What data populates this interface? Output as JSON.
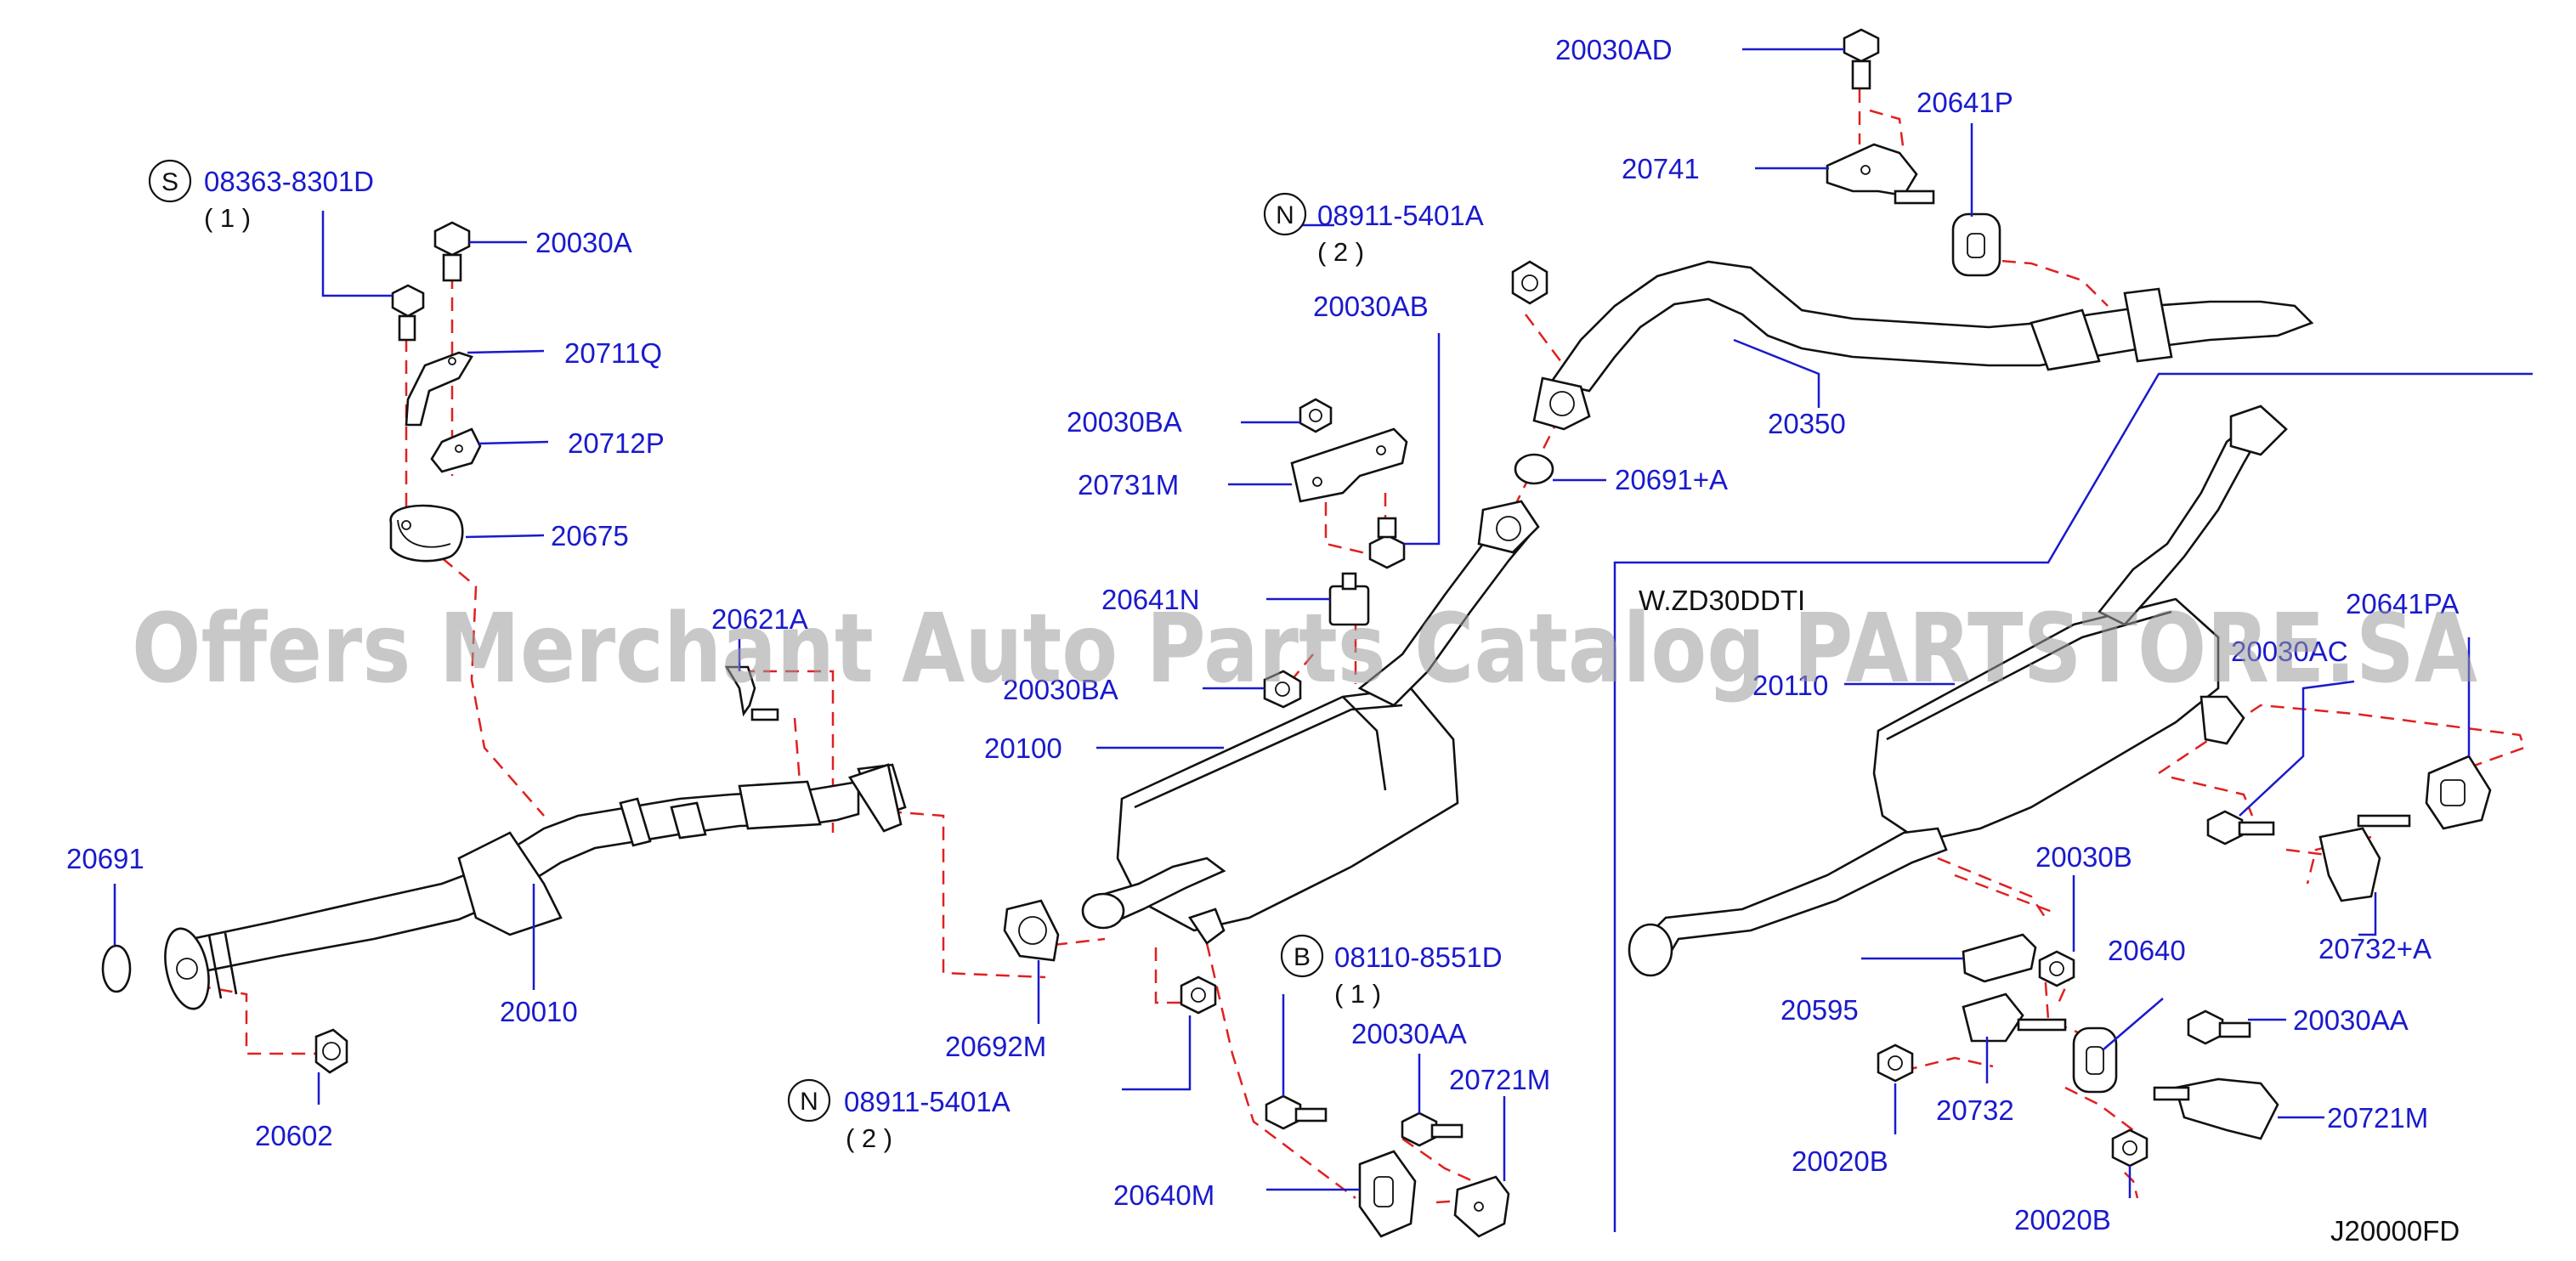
{
  "diagram_code": "J20000FD",
  "variant_label": "W.ZD30DDTI",
  "watermark": "Offers Merchant Auto Parts Catalog PARTSTORE.SA",
  "colors": {
    "part_number": "#1a1acc",
    "phantom_line": "#e02020",
    "outline": "#111111"
  },
  "callouts": {
    "c20030AD": "20030AD",
    "c20641P": "20641P",
    "c20741": "20741",
    "c08363": "08363-8301D",
    "c08363_qty": "( 1 )",
    "c08363_sym": "S",
    "c20030A": "20030A",
    "c20711Q": "20711Q",
    "c20712P": "20712P",
    "c20675": "20675",
    "c08911_top": "08911-5401A",
    "c08911_top_qty": "( 2 )",
    "c08911_top_sym": "N",
    "c20030AB": "20030AB",
    "c20350": "20350",
    "c20030BA_top": "20030BA",
    "c20731M": "20731M",
    "c20691A": "20691+A",
    "c20641N": "20641N",
    "c20621A": "20621A",
    "c20030BA_mid": "20030BA",
    "c20100": "20100",
    "c20691": "20691",
    "c20010": "20010",
    "c20602": "20602",
    "c20692M": "20692M",
    "c08911_bot": "08911-5401A",
    "c08911_bot_qty": "( 2 )",
    "c08911_bot_sym": "N",
    "c08110": "08110-8551D",
    "c08110_qty": "( 1 )",
    "c08110_sym": "B",
    "c20030AA_left": "20030AA",
    "c20721M_left": "20721M",
    "c20640M": "20640M",
    "c20110": "20110",
    "c20641PA": "20641PA",
    "c20030AC": "20030AC",
    "c20030B": "20030B",
    "c20640": "20640",
    "c20732A": "20732+A",
    "c20595": "20595",
    "c20030AA_right": "20030AA",
    "c20732": "20732",
    "c20721M_right": "20721M",
    "c20020B_left": "20020B",
    "c20020B_right": "20020B"
  }
}
